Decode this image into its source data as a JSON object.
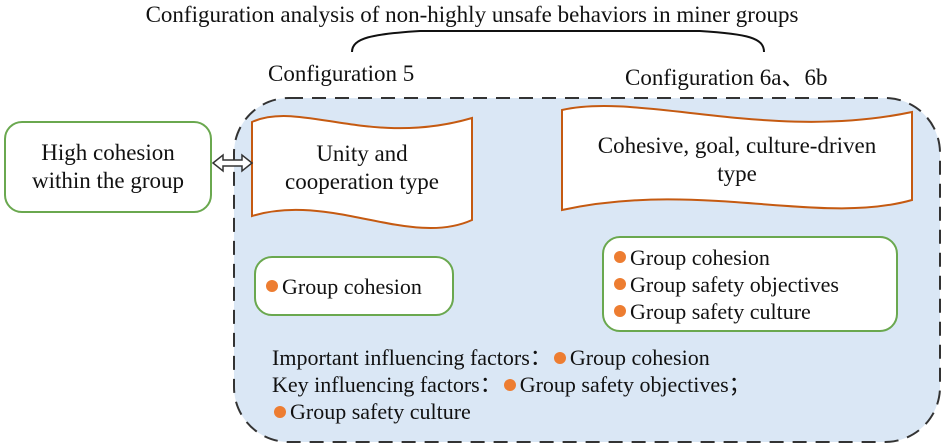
{
  "title": "Configuration analysis of non-highly unsafe behaviors in miner groups",
  "lead": {
    "line1": "High cohesion",
    "line2": "within the group"
  },
  "configurations": [
    {
      "label": "Configuration 5",
      "type_line1": "Unity and",
      "type_line2": "cooperation type",
      "factors": [
        "Group cohesion"
      ]
    },
    {
      "label": "Configuration 6a、6b",
      "type_line1": "Cohesive, goal, culture-driven",
      "type_line2": "type",
      "factors": [
        "Group cohesion",
        "Group safety objectives",
        "Group safety culture"
      ]
    }
  ],
  "summary": {
    "important_label": "Important influencing factors：",
    "important_factor": "Group cohesion",
    "key_label": "Key influencing factors：",
    "key_factor_1": "Group safety objectives；",
    "key_factor_2": "Group safety culture"
  },
  "colors": {
    "panel_fill": "#dae7f5",
    "panel_border": "#333333",
    "flag_border": "#c55a11",
    "box_border": "#6aa84f",
    "bullet": "#ed7d31"
  }
}
